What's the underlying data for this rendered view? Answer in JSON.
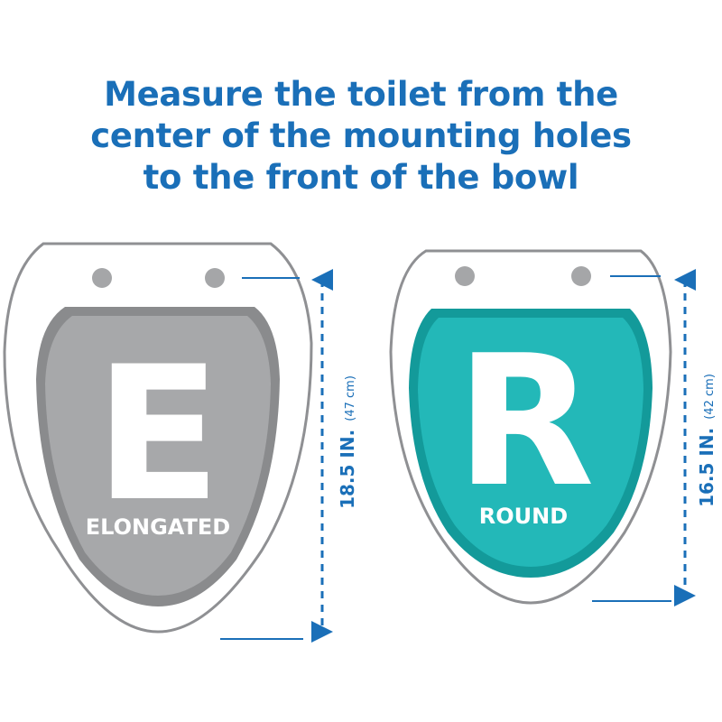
{
  "headline": {
    "lines": [
      "Measure the toilet from the",
      "center of the mounting holes",
      "to the front of the bowl"
    ]
  },
  "colors": {
    "headline": "#1a6fb8",
    "measure_line": "#1a6fb8",
    "elongated_fill": "#a7a8aa",
    "elongated_rim": "#8a8b8d",
    "round_fill": "#23b8b8",
    "round_rim": "#139a9a",
    "seat_outline": "#8f9093",
    "hole": "#a5a6a8"
  },
  "seats": [
    {
      "letter": "E",
      "label": "ELONGATED",
      "measurement_main": "18.5 IN.",
      "measurement_metric": "(47 cm)",
      "icon": "elongated-seat-icon"
    },
    {
      "letter": "R",
      "label": "ROUND",
      "measurement_main": "16.5 IN.",
      "measurement_metric": "(42 cm)",
      "icon": "round-seat-icon"
    }
  ]
}
